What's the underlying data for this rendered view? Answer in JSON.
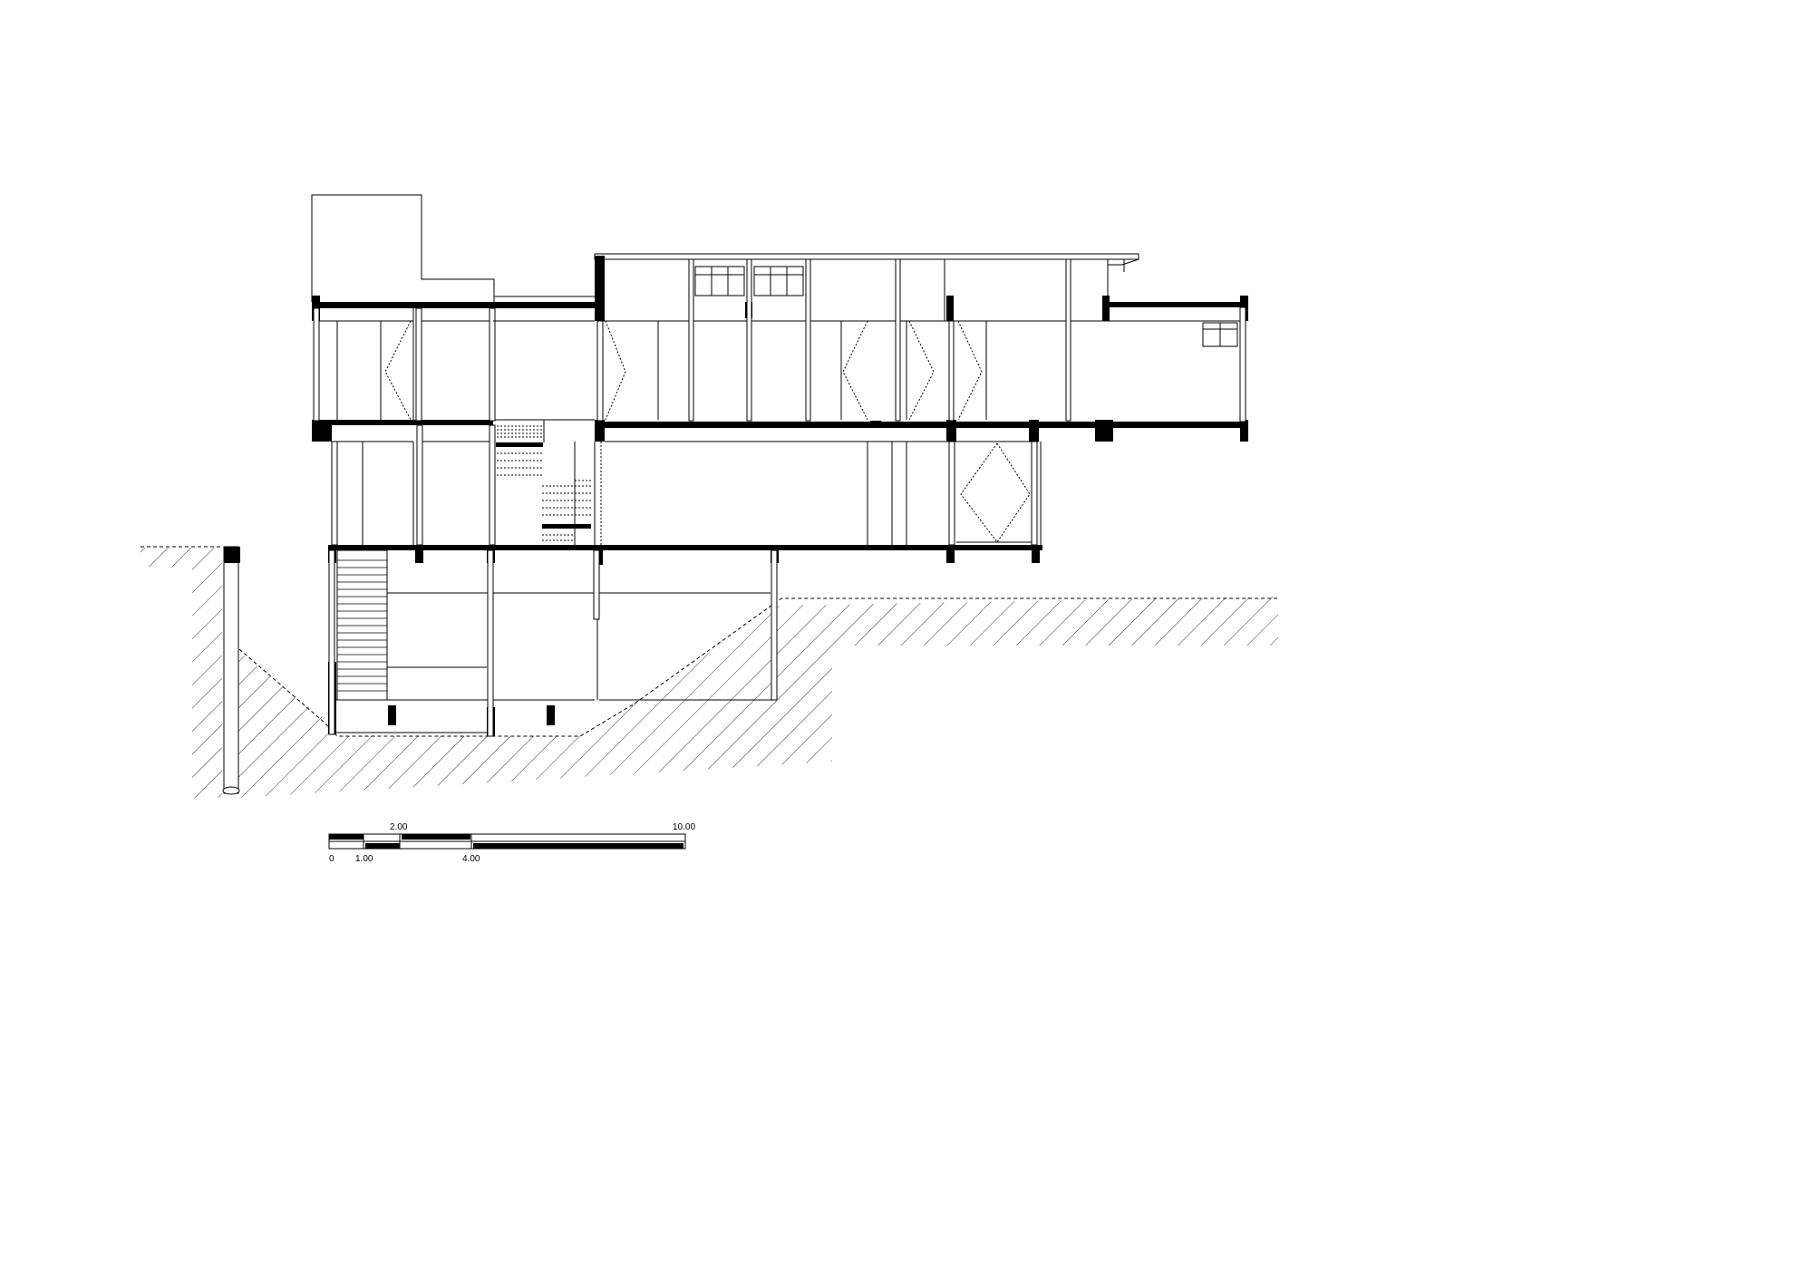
{
  "drawing": {
    "type": "architectural-section",
    "line_color": "#000000",
    "background": "#ffffff",
    "ground_hatch": "diagonal"
  },
  "scale_bar": {
    "labels": {
      "zero": "0",
      "one": "1.00",
      "two": "2.00",
      "four": "4.00",
      "ten": "10.00"
    }
  }
}
